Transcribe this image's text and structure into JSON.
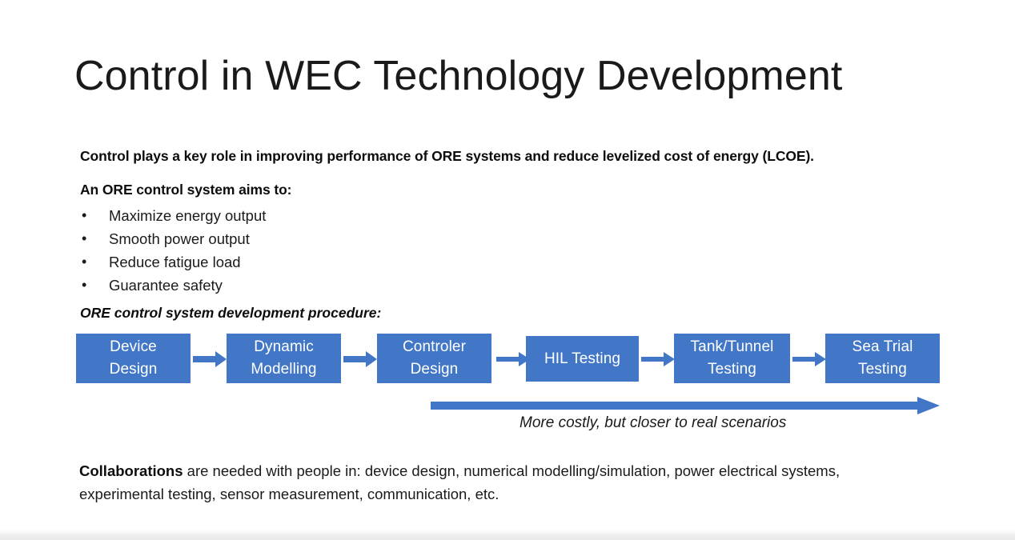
{
  "slide": {
    "title": "Control in WEC Technology Development",
    "lead_statement": "Control plays a key role in improving performance of ORE systems and reduce levelized cost of energy (LCOE).",
    "aims_heading": "An ORE control system aims to:",
    "bullets": [
      {
        "marker": "•",
        "text": "Maximize energy output"
      },
      {
        "marker": "•",
        "text": "Smooth power output"
      },
      {
        "marker": "•",
        "text": "Reduce fatigue load"
      },
      {
        "marker": "•",
        "text": "Guarantee safety"
      }
    ],
    "procedure_heading": "ORE control system development procedure:",
    "flow": {
      "stages": [
        {
          "line1": "Device",
          "line2": "Design"
        },
        {
          "line1": "Dynamic",
          "line2": "Modelling"
        },
        {
          "line1": "Controler",
          "line2": "Design"
        },
        {
          "line1": "HIL Testing",
          "line2": ""
        },
        {
          "line1": "Tank/Tunnel",
          "line2": "Testing"
        },
        {
          "line1": "Sea Trial",
          "line2": "Testing"
        }
      ],
      "connector_count": 5,
      "box_color": "#4277C8",
      "box_text_color": "#FFFFFF",
      "arrow_color": "#4277C8"
    },
    "progression": {
      "caption": "More costly, but closer to real scenarios",
      "arrow_color": "#4277C8",
      "direction": "left-to-right"
    },
    "closing_paragraph": {
      "lead_bold": "Collaborations",
      "rest": " are needed with people in: device design, numerical modelling/simulation, power electrical systems, experimental testing, sensor measurement, communication, etc."
    }
  }
}
